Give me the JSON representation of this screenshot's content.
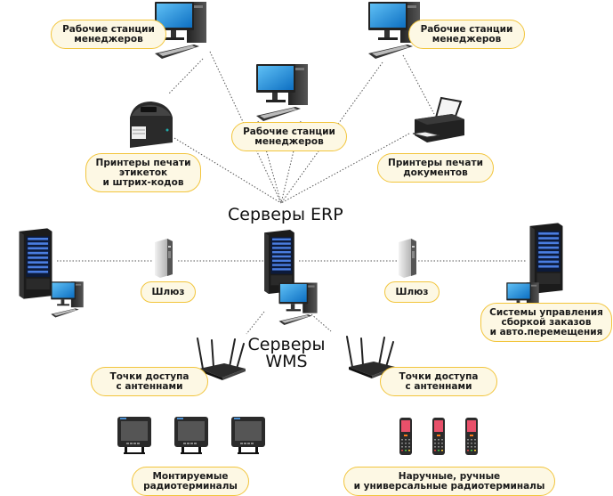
{
  "diagram": {
    "colors": {
      "label_fill": "#fdf8e4",
      "label_border": "#f2c53d",
      "line": "#555555",
      "screen_blue": "#1e8ad6"
    },
    "hubs": {
      "erp": "Серверы ERP",
      "wms": "Серверы\nWMS"
    },
    "labels": {
      "workstation_left": "Рабочие станции\nменеджеров",
      "workstation_center": "Рабочие станции\nменеджеров",
      "workstation_right": "Рабочие станции\nменеджеров",
      "label_printers": "Принтеры печати\nэтикеток\nи штрих-кодов",
      "document_printers": "Принтеры печати\nдокументов",
      "gateway_left": "Шлюз",
      "gateway_right": "Шлюз",
      "warehouse_systems": "Системы управления\nсборкой заказов\nи авто.перемещения",
      "access_points_left": "Точки доступа\nс антеннами",
      "access_points_right": "Точки доступа\nс антеннами",
      "mounted_terminals": "Монтируемые\nрадиотерминалы",
      "handheld_terminals": "Наручные, ручные\nи универсальные радиотерминалы"
    },
    "nodes": [
      {
        "id": "workstation-left",
        "icon": "desktop-computer-icon"
      },
      {
        "id": "workstation-center",
        "icon": "desktop-computer-icon"
      },
      {
        "id": "workstation-right",
        "icon": "desktop-computer-icon"
      },
      {
        "id": "label-printer",
        "icon": "label-printer-icon"
      },
      {
        "id": "document-printer",
        "icon": "inkjet-printer-icon"
      },
      {
        "id": "erp-server",
        "icon": "server-rack-icon"
      },
      {
        "id": "remote-server-left",
        "icon": "server-rack-icon"
      },
      {
        "id": "remote-server-right",
        "icon": "server-rack-icon"
      },
      {
        "id": "gateway-left",
        "icon": "tower-pc-icon"
      },
      {
        "id": "gateway-right",
        "icon": "tower-pc-icon"
      },
      {
        "id": "router-left",
        "icon": "wifi-router-icon"
      },
      {
        "id": "router-right",
        "icon": "wifi-router-icon"
      },
      {
        "id": "mounted-terminal",
        "icon": "vehicle-terminal-icon",
        "count": 3
      },
      {
        "id": "handheld-terminal",
        "icon": "handheld-scanner-icon",
        "count": 3
      }
    ],
    "connections": [
      [
        "workstation-left",
        "erp-server"
      ],
      [
        "workstation-left",
        "label-printer"
      ],
      [
        "workstation-center",
        "erp-server"
      ],
      [
        "workstation-right",
        "erp-server"
      ],
      [
        "workstation-right",
        "document-printer"
      ],
      [
        "label-printer",
        "erp-server"
      ],
      [
        "document-printer",
        "erp-server"
      ],
      [
        "remote-server-left",
        "gateway-left"
      ],
      [
        "gateway-left",
        "erp-server"
      ],
      [
        "erp-server",
        "gateway-right"
      ],
      [
        "gateway-right",
        "remote-server-right"
      ],
      [
        "erp-server",
        "router-left"
      ],
      [
        "erp-server",
        "router-right"
      ]
    ]
  }
}
